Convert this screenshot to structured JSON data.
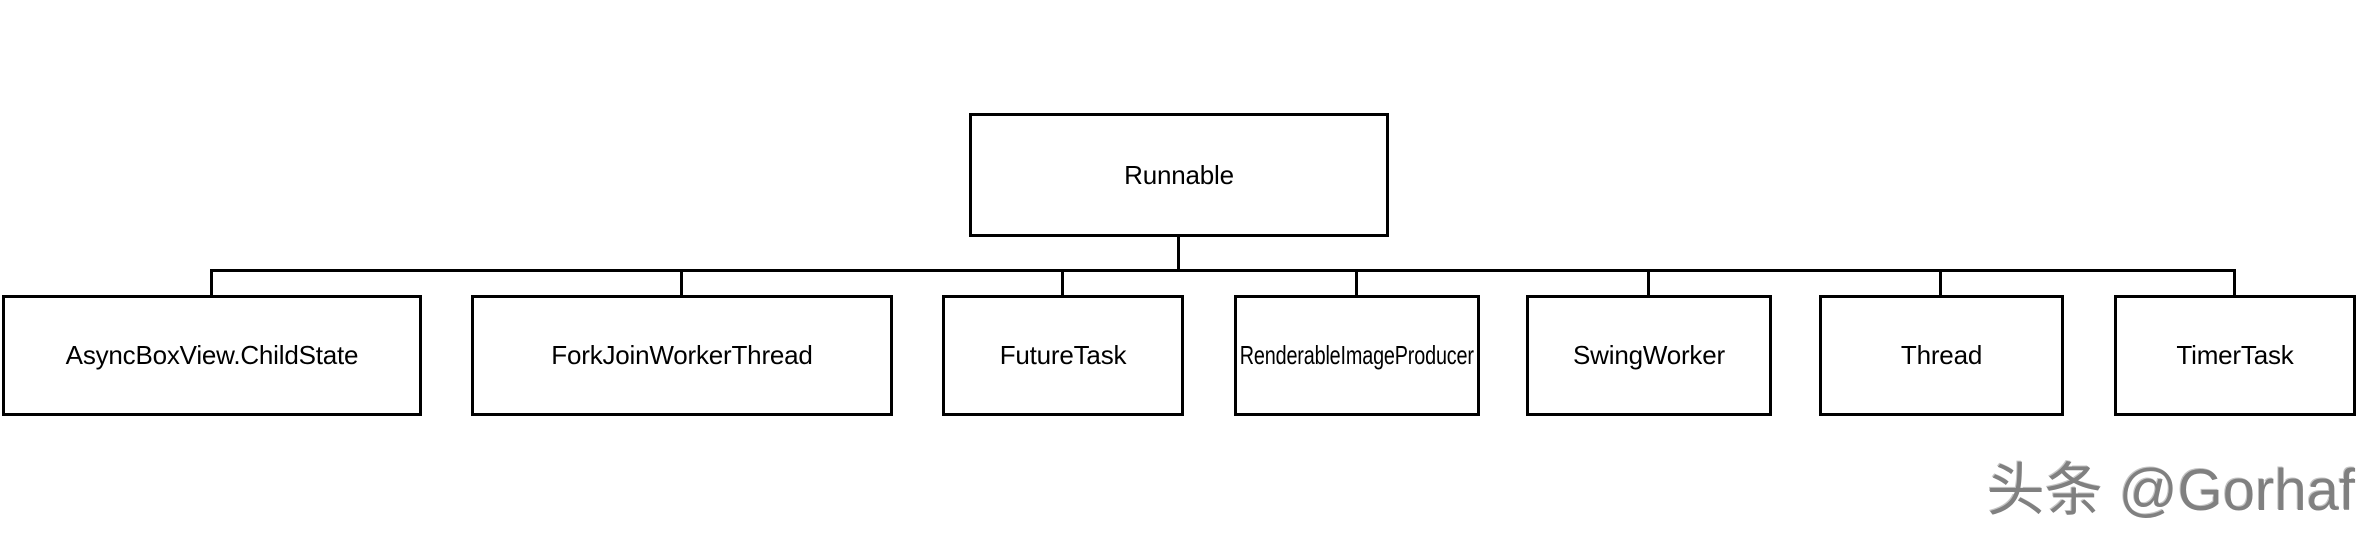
{
  "diagram": {
    "root": {
      "label": "Runnable"
    },
    "children": [
      {
        "label": "AsyncBoxView.ChildState"
      },
      {
        "label": "ForkJoinWorkerThread"
      },
      {
        "label": "FutureTask"
      },
      {
        "label": "RenderableImageProducer"
      },
      {
        "label": "SwingWorker"
      },
      {
        "label": "Thread"
      },
      {
        "label": "TimerTask"
      }
    ],
    "colors": {
      "line": "#000000",
      "background": "#ffffff",
      "text": "#000000"
    }
  },
  "watermark": {
    "text": "头条 @Gorhaf",
    "color": "#808080"
  }
}
